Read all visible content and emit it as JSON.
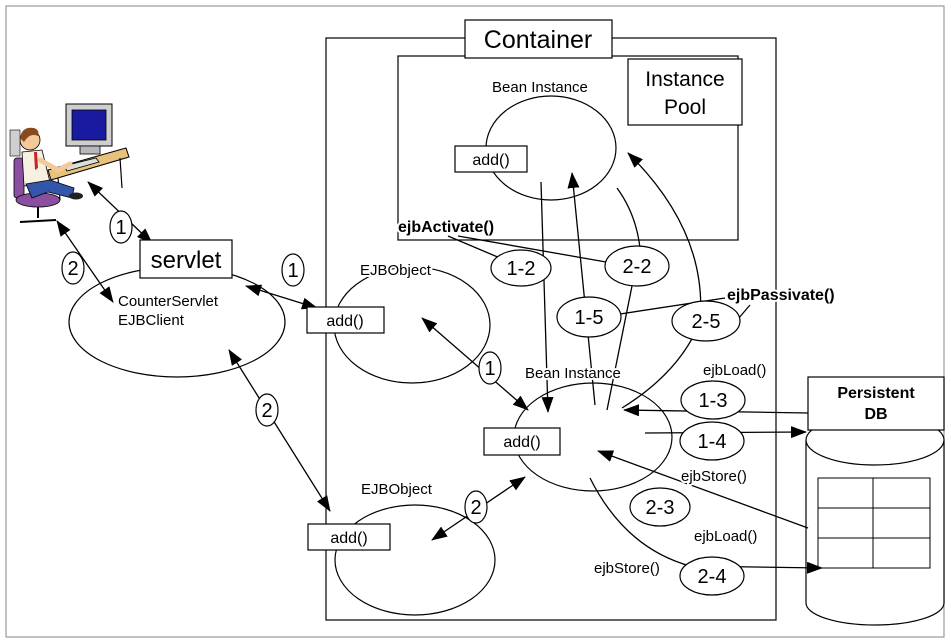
{
  "container": {
    "label": "Container"
  },
  "instance_pool": {
    "line1": "Instance",
    "line2": "Pool"
  },
  "pooled_bean": {
    "label": "Bean Instance",
    "method": "add()"
  },
  "client": {
    "servlet": "servlet",
    "line1": "CounterServlet",
    "line2": "EJBClient"
  },
  "ejb_object_top": {
    "label": "EJBObject",
    "method": "add()"
  },
  "ejb_object_bottom": {
    "label": "EJBObject",
    "method": "add()"
  },
  "active_bean": {
    "label": "Bean Instance",
    "method": "add()"
  },
  "database": {
    "line1": "Persistent",
    "line2": "DB"
  },
  "callbacks": {
    "activate": "ejbActivate()",
    "passivate": "ejbPassivate()",
    "load_1": "ejbLoad()",
    "store_1": "ejbStore()",
    "load_2": "ejbLoad()",
    "store_2": "ejbStore()"
  },
  "steps": {
    "user_1": "1",
    "user_2": "2",
    "servlet_ejb_1": "1",
    "servlet_ejb_2": "2",
    "ejb_bean_1": "1",
    "ejb_bean_2": "2",
    "s1_2": "1-2",
    "s2_2": "2-2",
    "s1_5": "1-5",
    "s2_5": "2-5",
    "s1_3": "1-3",
    "s1_4": "1-4",
    "s2_3": "2-3",
    "s2_4": "2-4"
  },
  "icons": {
    "user": "user-at-computer",
    "database": "database-cylinder"
  },
  "colors": {
    "line": "#000000",
    "background": "#ffffff",
    "frame": "#9a9a9a",
    "screen": "#1a1aa0",
    "desk": "#e6c27a",
    "chair": "#8a4fa0"
  }
}
